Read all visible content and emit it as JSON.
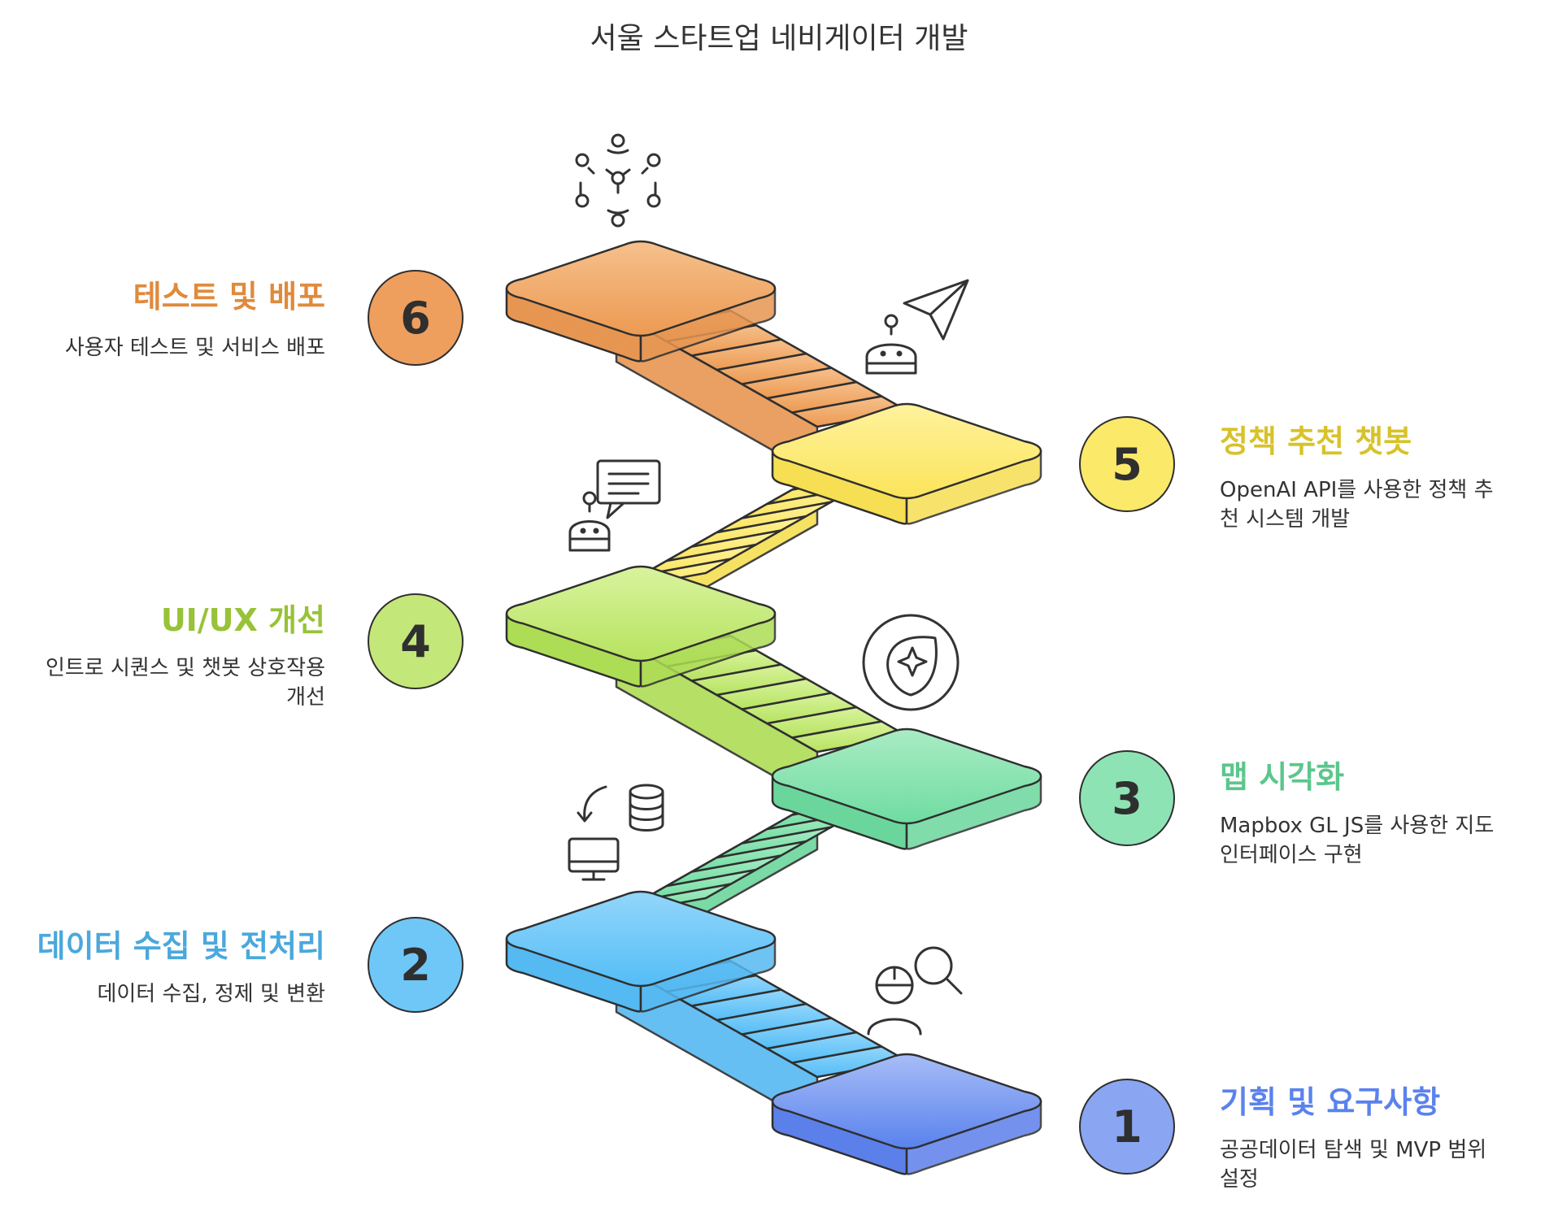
{
  "title": "서울 스타트업 네비게이터 개발",
  "steps": [
    {
      "number": "1",
      "title": "기획 및 요구사항",
      "description": "공공데이터 탐색 및 MVP 범위 설정",
      "color": "#5a82ee",
      "icon": "engineer-search-icon"
    },
    {
      "number": "2",
      "title": "데이터 수집 및 전처리",
      "description": "데이터 수집, 정제 및 변환",
      "color": "#4aa8dc",
      "icon": "data-sync-icon"
    },
    {
      "number": "3",
      "title": "맵 시각화",
      "description": "Mapbox GL JS를 사용한 지도 인터페이스 구현",
      "color": "#5cc68c",
      "icon": "map-pin-sparkle-icon"
    },
    {
      "number": "4",
      "title": "UI/UX 개선",
      "description": "인트로 시퀀스 및 챗봇 상호작용 개선",
      "color": "#98c238",
      "icon": "chatbot-message-icon"
    },
    {
      "number": "5",
      "title": "정책 추천 챗봇",
      "description": "OpenAI API를 사용한 정책 추천 시스템 개발",
      "color": "#d8c22a",
      "icon": "robot-send-icon"
    },
    {
      "number": "6",
      "title": "테스트 및 배포",
      "description": "사용자 테스트 및 서비스 배포",
      "color": "#e08a3c",
      "icon": "network-nodes-icon"
    }
  ]
}
